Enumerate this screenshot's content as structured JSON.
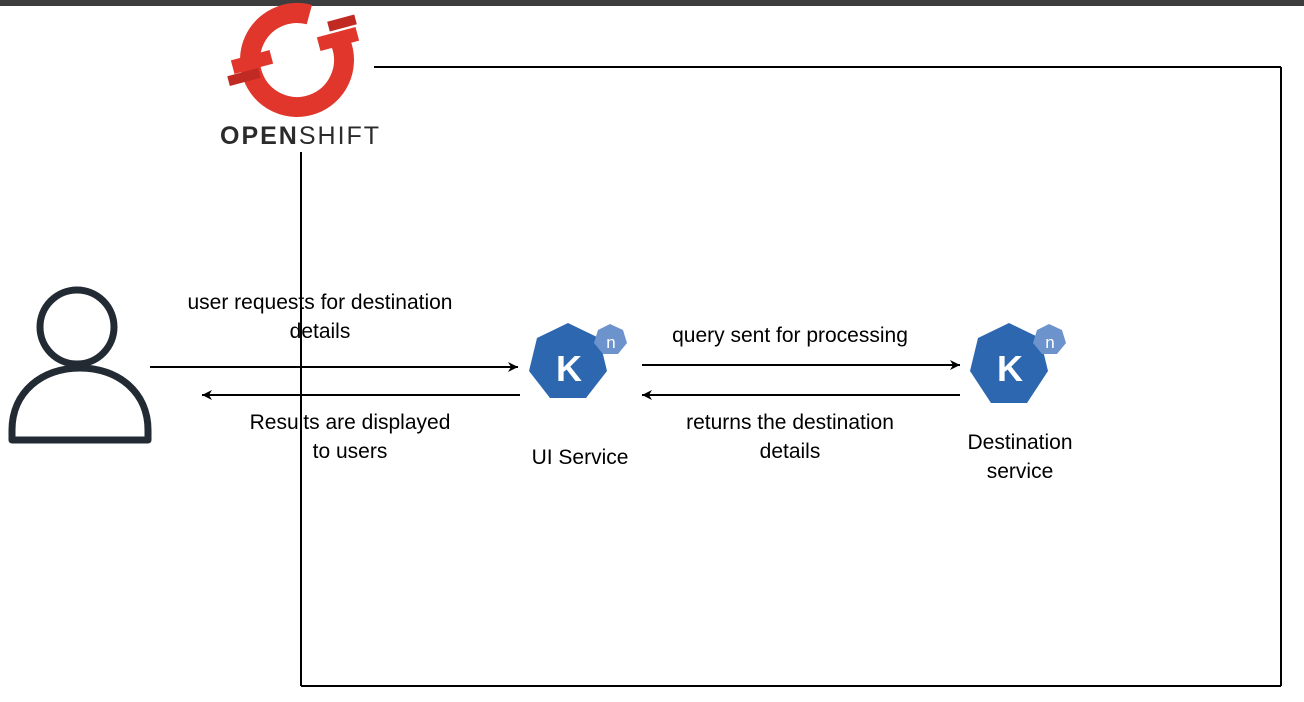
{
  "logo": {
    "text_bold": "OPEN",
    "text_light": "SHIFT",
    "color": "#e0362b"
  },
  "nodes": {
    "user": {
      "icon": "user-icon"
    },
    "ui_service": {
      "icon": "knative-icon",
      "badge": "n",
      "letter": "K",
      "label": "UI Service"
    },
    "destination_service": {
      "icon": "knative-icon",
      "badge": "n",
      "letter": "K",
      "label_line1": "Destination",
      "label_line2": "service"
    }
  },
  "edges": {
    "user_to_ui": {
      "label_line1": "user requests for destination",
      "label_line2": "details"
    },
    "ui_to_user": {
      "label_line1": "Results are displayed",
      "label_line2": "to users"
    },
    "ui_to_dest": {
      "label": "query sent for processing"
    },
    "dest_to_ui": {
      "label_line1": "returns the destination",
      "label_line2": "details"
    }
  },
  "colors": {
    "knative_blue": "#2c67b0",
    "knative_badge": "#6d93cd",
    "user_stroke": "#222a33",
    "openshift_red": "#e0362b"
  }
}
